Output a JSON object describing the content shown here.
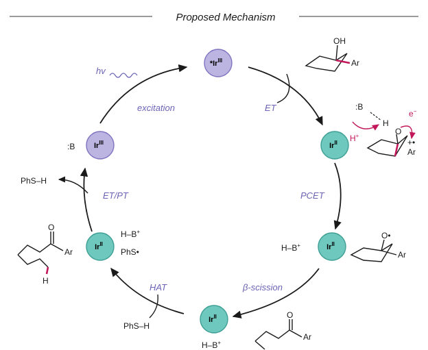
{
  "title": "Proposed Mechanism",
  "colors": {
    "excited_node": "#bcb5e2",
    "excited_node_stroke": "#7f74c0",
    "ir_node": "#6ec8bd",
    "ir_node_stroke": "#3e9f94",
    "step_text": "#6b63b5",
    "highlight": "#c2185b",
    "arrow": "#1a1a1a"
  },
  "nodes": [
    {
      "id": "ir-excited",
      "base": "*Ir",
      "sup": "III"
    },
    {
      "id": "ir-ground",
      "base": "Ir",
      "sup": "III"
    },
    {
      "id": "ir-right-top",
      "base": "Ir",
      "sup": "II"
    },
    {
      "id": "ir-right-bottom",
      "base": "Ir",
      "sup": "II"
    },
    {
      "id": "ir-bottom",
      "base": "Ir",
      "sup": "II"
    },
    {
      "id": "ir-left",
      "base": "Ir",
      "sup": "II"
    }
  ],
  "steps": {
    "excitation": "excitation",
    "hv": "hv",
    "et": "ET",
    "pcet": "PCET",
    "beta_scission": "β-scission",
    "hat": "HAT",
    "et_pt": "ET/PT"
  },
  "species": {
    "base_colon": ":B",
    "base_dots": ":B",
    "phs_h_out": "PhS–H",
    "phs_h_in": "PhS–H",
    "h_b_right": "H–B",
    "h_b_left": "H–B",
    "h_b_bottom": "H–B",
    "plus": "+",
    "phs_radical": "PhS•",
    "oh": "OH",
    "ar": "Ar",
    "h_plus": "H",
    "e_minus": "e",
    "o_label": "O",
    "h_label": "H",
    "o_radical": "O•",
    "radical_cation": "+•"
  }
}
